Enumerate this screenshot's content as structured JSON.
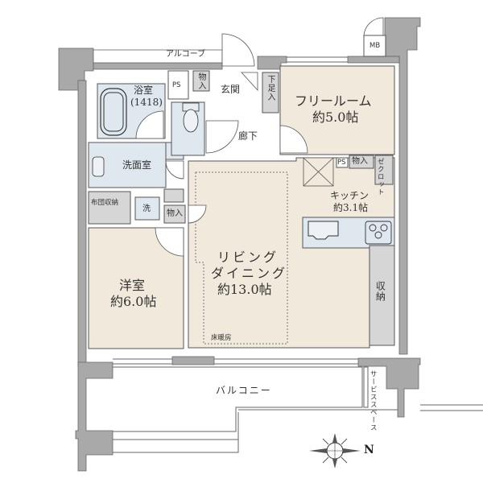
{
  "rooms": {
    "bathroom": {
      "name": "浴室",
      "size": "(1418)"
    },
    "washroom": {
      "name": "洗面室"
    },
    "futon_storage": {
      "name": "布団収納"
    },
    "washer": {
      "name": "洗"
    },
    "storage_small_1": {
      "name": "物入"
    },
    "storage_small_2": {
      "name": "物入"
    },
    "storage_small_3": {
      "name": "物入"
    },
    "ps_1": {
      "name": "PS"
    },
    "ps_2": {
      "name": "PS"
    },
    "entrance": {
      "name": "玄関"
    },
    "shoe_closet": {
      "name": "下足入"
    },
    "hallway": {
      "name": "廊下"
    },
    "free_room": {
      "name": "フリールーム",
      "size": "約5.0帖"
    },
    "closet": {
      "name": "ゼクロット"
    },
    "kitchen": {
      "name": "キッチン",
      "size": "約3.1帖"
    },
    "living_dining": {
      "line1": "リビング",
      "line2": "ダイニング",
      "size": "約13.0帖"
    },
    "floor_heating": {
      "name": "床暖房"
    },
    "western_room": {
      "name": "洋室",
      "size": "約6.0帖"
    },
    "storage_large": {
      "name": "収納"
    },
    "balcony": {
      "name": "バルコニー"
    },
    "service_space": {
      "name": "サービススペース"
    },
    "alcove": {
      "name": "アルコーブ"
    },
    "meter_box": {
      "name": "MB"
    }
  },
  "compass": {
    "north_label": "N"
  },
  "colors": {
    "wall": "#a9a9a9",
    "room_beige": "#f1e9dc",
    "wet_area_blue": "#dfe7ef",
    "storage_gray": "#d6d6d6",
    "line": "#555555"
  }
}
